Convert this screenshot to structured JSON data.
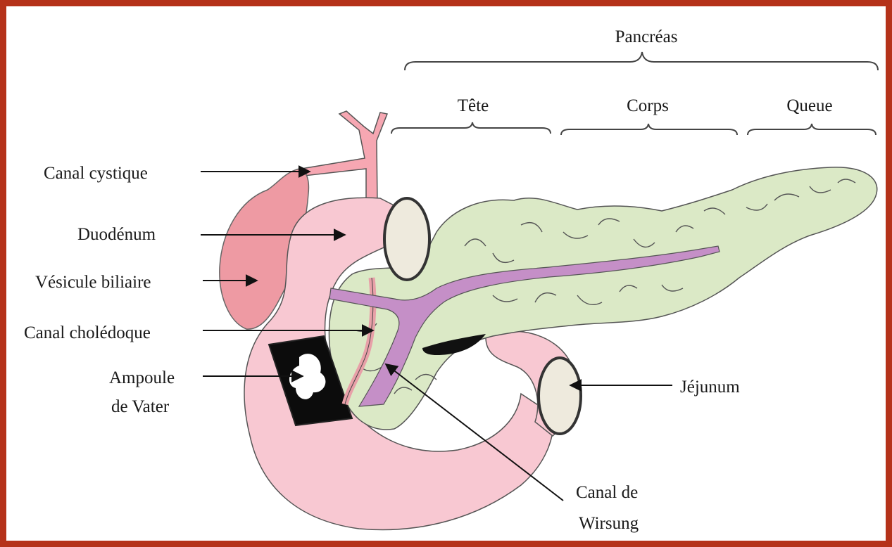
{
  "labels": {
    "pancreas": "Pancréas",
    "tete": "Tête",
    "corps": "Corps",
    "queue": "Queue",
    "canal_cystique": "Canal cystique",
    "duodenum": "Duodénum",
    "vesicule_biliaire": "Vésicule biliaire",
    "canal_choledoque": "Canal cholédoque",
    "ampoule_line1": "Ampoule",
    "ampoule_line2": "de Vater",
    "jejunum": "Jéjunum",
    "wirsung_line1": "Canal de",
    "wirsung_line2": "Wirsung"
  },
  "colors": {
    "border": "#b5321a",
    "duodenum_pink": "#f8c8d2",
    "gallbladder_pink": "#ee9aa3",
    "pancreas_green": "#dbe9c6",
    "duct_purple": "#c58fc7",
    "outline": "#333333"
  }
}
